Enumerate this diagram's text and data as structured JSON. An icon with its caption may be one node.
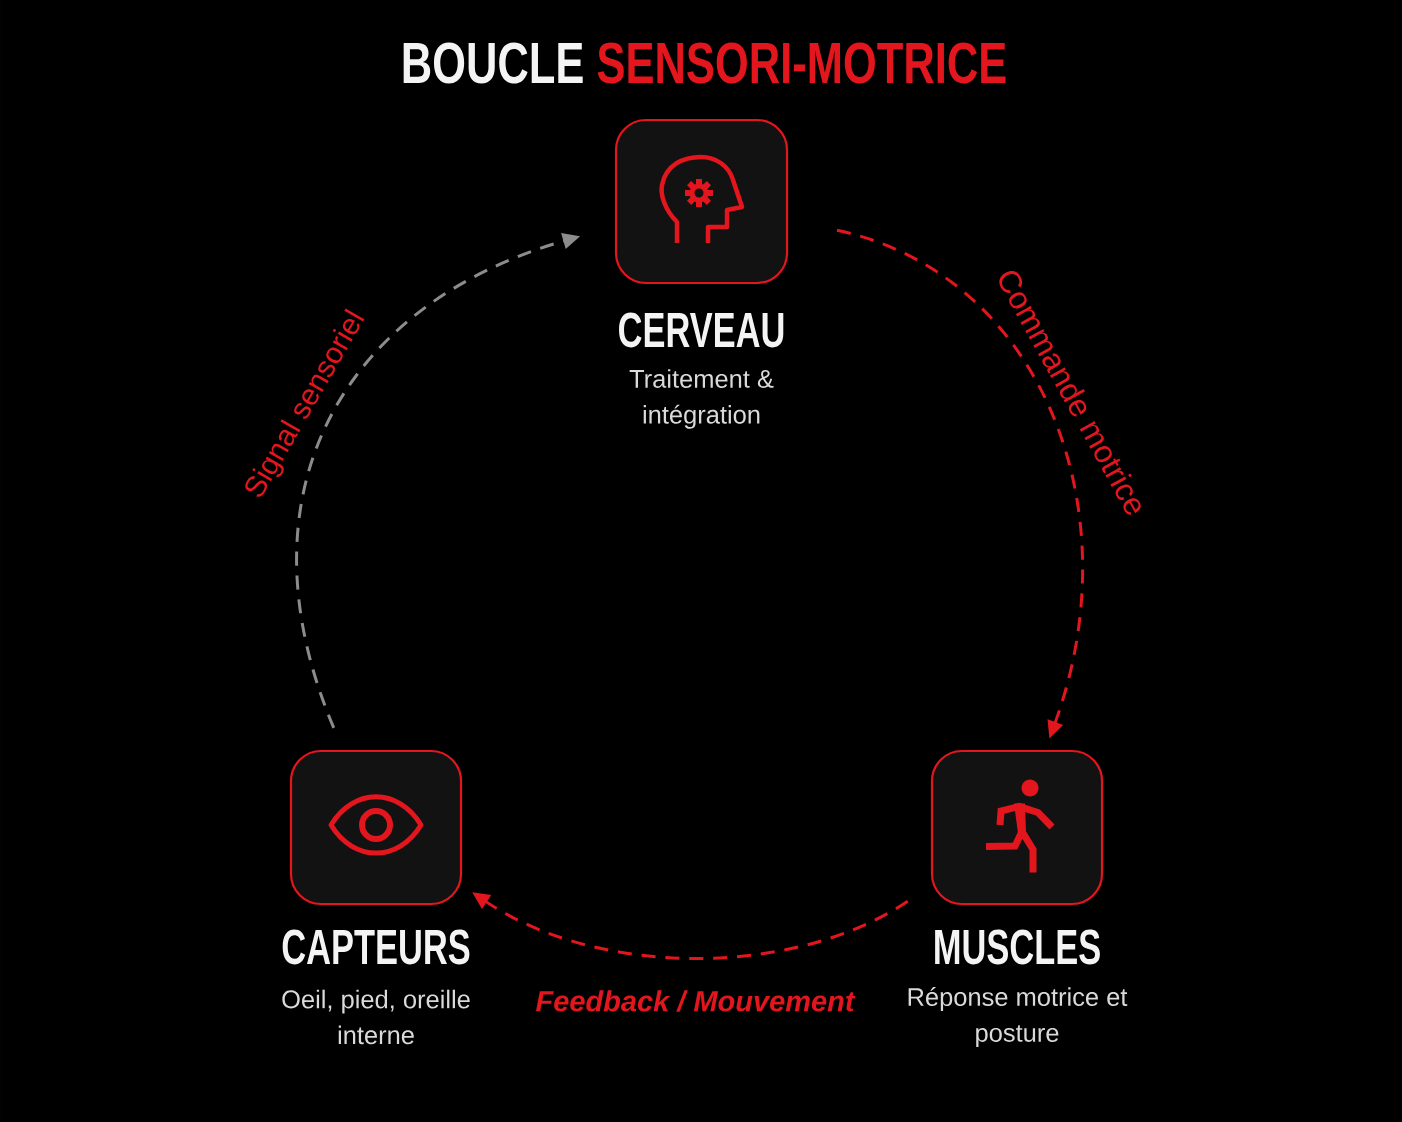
{
  "diagram": {
    "title": "BOUCLE SENSORI-MOTRICE",
    "nodes": [
      {
        "text": [
          "CERVEAU",
          "Traitement & intégration"
        ]
      },
      {
        "text": [
          "CAPTEURS",
          "Oeil, pied, oreille interne"
        ]
      },
      {
        "text": [
          "MUSCLES",
          "Réponse motrice et posture"
        ]
      }
    ],
    "edges": [
      {
        "from": 0,
        "to": 2,
        "arrow": "to",
        "label": "Commande motrice",
        "style": "dashed",
        "color": "#e3161e"
      },
      {
        "from": 2,
        "to": 1,
        "arrow": "to",
        "label": "Feedback / Mouvement",
        "style": "dashed",
        "color": "#e3161e"
      },
      {
        "from": 1,
        "to": 0,
        "arrow": "to",
        "label": "Signal sensoriel",
        "style": "dashed",
        "color": "#8c8c8c"
      }
    ]
  }
}
